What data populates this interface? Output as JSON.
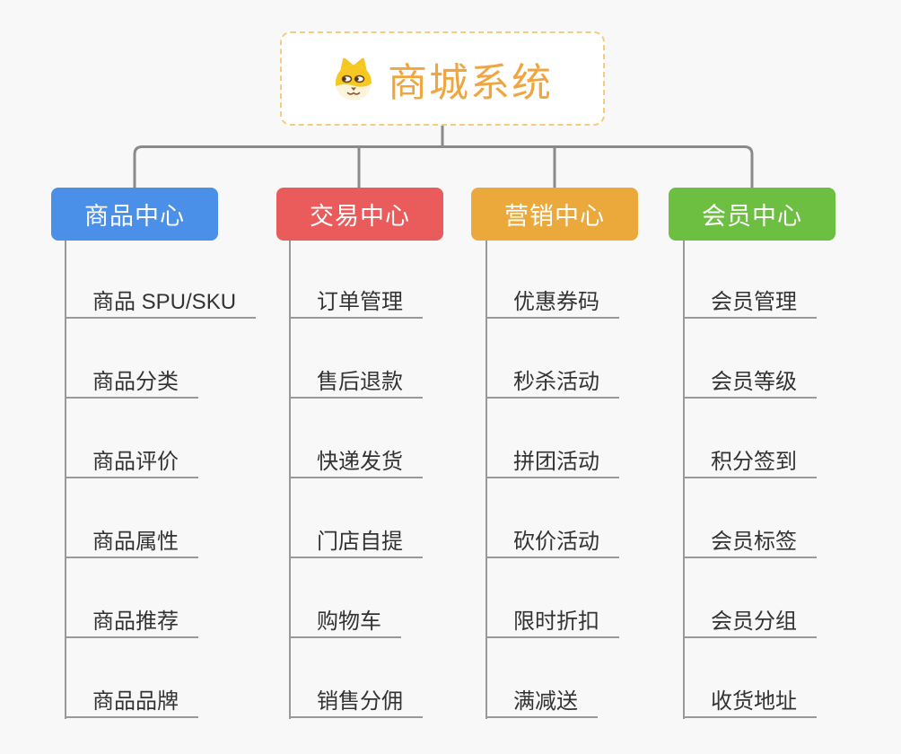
{
  "root": {
    "title": "商城系统",
    "icon": "dog-face-icon"
  },
  "branches": [
    {
      "label": "商品中心",
      "color": "#4a8fe8",
      "items": [
        "商品 SPU/SKU",
        "商品分类",
        "商品评价",
        "商品属性",
        "商品推荐",
        "商品品牌"
      ]
    },
    {
      "label": "交易中心",
      "color": "#ea5c5c",
      "items": [
        "订单管理",
        "售后退款",
        "快递发货",
        "门店自提",
        "购物车",
        "销售分佣"
      ]
    },
    {
      "label": "营销中心",
      "color": "#eca93b",
      "items": [
        "优惠券码",
        "秒杀活动",
        "拼团活动",
        "砍价活动",
        "限时折扣",
        "满减送"
      ]
    },
    {
      "label": "会员中心",
      "color": "#6cbf40",
      "items": [
        "会员管理",
        "会员等级",
        "积分签到",
        "会员标签",
        "会员分组",
        "收货地址"
      ]
    }
  ],
  "colors": {
    "background": "#f8f8f8",
    "root_border": "#f6ca80",
    "root_text": "#f0a640",
    "connector": "#8a8a8a",
    "leaf_line": "#999999",
    "leaf_text": "#333333"
  }
}
